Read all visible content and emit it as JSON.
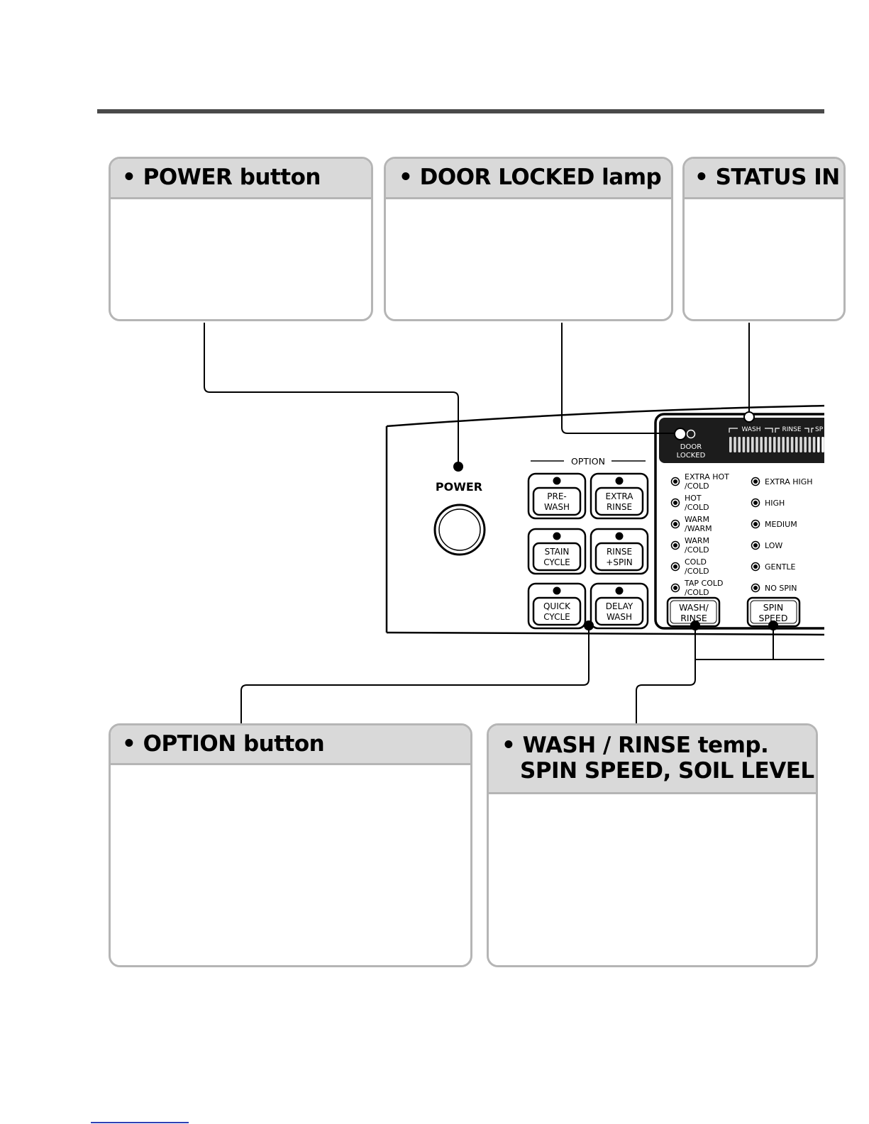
{
  "callouts": {
    "power": "• POWER button",
    "door_locked": "• DOOR LOCKED lamp",
    "status": "• STATUS IN",
    "option": "• OPTION button",
    "wash_rinse_line1": "• WASH / RINSE temp.",
    "wash_rinse_line2": "SPIN SPEED, SOIL LEVEL button"
  },
  "panel": {
    "power_label": "POWER",
    "option_label": "OPTION",
    "door_locked_line1": "DOOR",
    "door_locked_line2": "LOCKED",
    "status_labels": [
      "WASH",
      "RINSE",
      "SP"
    ],
    "option_buttons": [
      {
        "line1": "PRE-",
        "line2": "WASH"
      },
      {
        "line1": "EXTRA",
        "line2": "RINSE"
      },
      {
        "line1": "STAIN",
        "line2": "CYCLE"
      },
      {
        "line1": "RINSE",
        "line2": "+SPIN"
      },
      {
        "line1": "QUICK",
        "line2": "CYCLE"
      },
      {
        "line1": "DELAY",
        "line2": "WASH"
      }
    ],
    "temp_options": [
      {
        "line1": "EXTRA HOT",
        "line2": "/COLD"
      },
      {
        "line1": "HOT",
        "line2": "/COLD"
      },
      {
        "line1": "WARM",
        "line2": "/WARM"
      },
      {
        "line1": "WARM",
        "line2": "/COLD"
      },
      {
        "line1": "COLD",
        "line2": "/COLD"
      },
      {
        "line1": "TAP COLD",
        "line2": "/COLD"
      }
    ],
    "spin_options": [
      "EXTRA HIGH",
      "HIGH",
      "MEDIUM",
      "LOW",
      "GENTLE",
      "NO SPIN"
    ],
    "wash_rinse_button": {
      "line1": "WASH/",
      "line2": "RINSE"
    },
    "spin_speed_button": {
      "line1": "SPIN",
      "line2": "SPEED"
    }
  },
  "colors": {
    "header_fill": "#d9d9d9",
    "callout_border": "#b5b5b5",
    "rule": "#4a4a4a"
  }
}
